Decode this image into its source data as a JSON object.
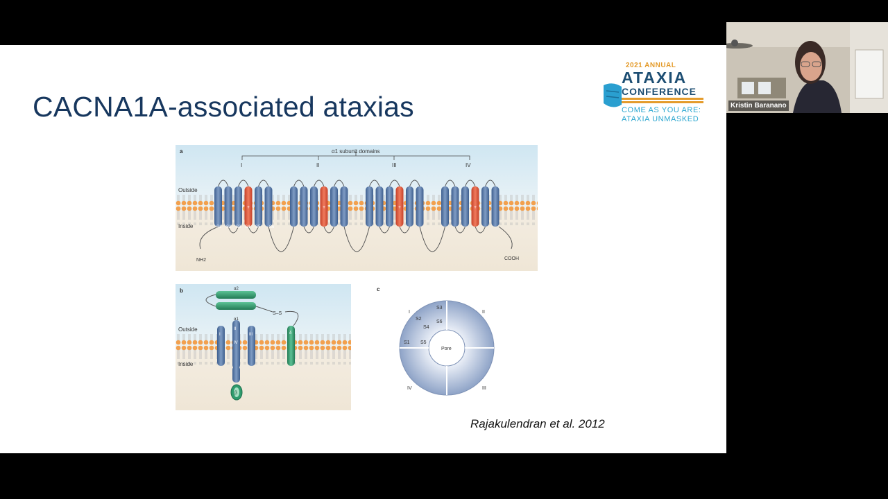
{
  "slide": {
    "title": "CACNA1A-associated ataxias",
    "citation": "Rajakulendran et al. 2012"
  },
  "logo": {
    "year": "2021 ANNUAL",
    "word1": "ATAXIA",
    "word2": "CONFERENCE",
    "tagline1": "COME AS YOU ARE:",
    "tagline2": "ATAXIA UNMASKED",
    "accent_color": "#e49b2b",
    "primary_color": "#1d4e73",
    "tagline_color": "#2aa6cf"
  },
  "panel_a": {
    "letter": "a",
    "domains_label": "α1 subunit domains",
    "domains": [
      "I",
      "II",
      "III",
      "IV"
    ],
    "outside": "Outside",
    "inside": "Inside",
    "segments": [
      "S1",
      "S2",
      "S3",
      "S4",
      "S5",
      "S6"
    ],
    "n_terminus": "NH2",
    "c_terminus": "COOH",
    "plus_sign": "+"
  },
  "panel_b": {
    "letter": "b",
    "alpha2": "α2",
    "alpha1": "α1",
    "disulfide": "S–S",
    "outside": "Outside",
    "inside": "Inside",
    "beta": "β",
    "delta": "δ",
    "numerals": [
      "I",
      "II",
      "IV",
      "III"
    ]
  },
  "panel_c": {
    "letter": "c",
    "quadrants": [
      "I",
      "II",
      "III",
      "IV"
    ],
    "segments": [
      "S3",
      "S2",
      "S6",
      "S4",
      "S1",
      "S5"
    ],
    "pore": "Pore"
  },
  "webcam": {
    "participant_name": "Kristin Baranano"
  }
}
